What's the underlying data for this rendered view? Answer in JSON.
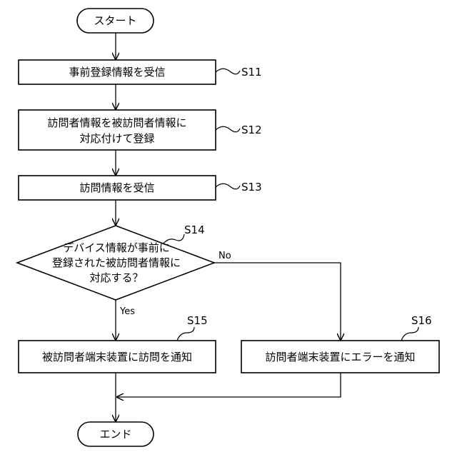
{
  "start": {
    "label": "スタート"
  },
  "end": {
    "label": "エンド"
  },
  "steps": [
    {
      "id": "S11",
      "lines": [
        "事前登録情報を受信"
      ]
    },
    {
      "id": "S12",
      "lines": [
        "訪問者情報を被訪問者情報に",
        "対応付けて登録"
      ]
    },
    {
      "id": "S13",
      "lines": [
        "訪問情報を受信"
      ]
    },
    {
      "id": "S15",
      "lines": [
        "被訪問者端末装置に訪問を通知"
      ]
    },
    {
      "id": "S16",
      "lines": [
        "訪問者端末装置にエラーを通知"
      ]
    }
  ],
  "decision": {
    "id": "S14",
    "lines": [
      "デバイス情報が事前に",
      "登録された被訪問者情報に",
      "対応する？"
    ],
    "yes_label": "Yes",
    "no_label": "No"
  }
}
